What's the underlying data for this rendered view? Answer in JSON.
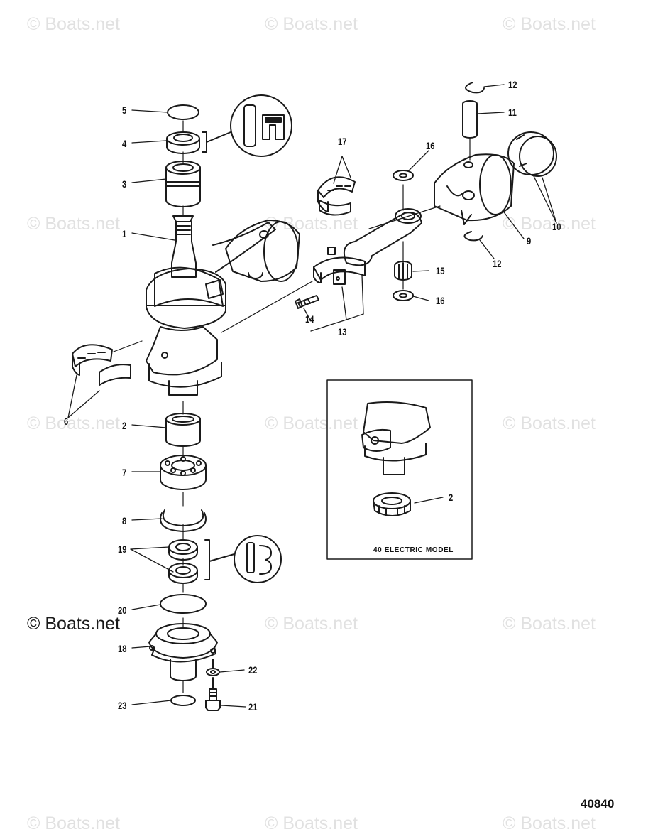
{
  "watermark": {
    "text": "© Boats.net"
  },
  "callouts": {
    "c1": "1",
    "c2": "2",
    "c3": "3",
    "c4": "4",
    "c5": "5",
    "c6": "6",
    "c7": "7",
    "c8": "8",
    "c9": "9",
    "c10": "10",
    "c11": "11",
    "c12a": "12",
    "c12b": "12",
    "c13": "13",
    "c14": "14",
    "c15": "15",
    "c16a": "16",
    "c16b": "16",
    "c17": "17",
    "c18": "18",
    "c19": "19",
    "c20": "20",
    "c21": "21",
    "c22": "22",
    "c23": "23",
    "inset_c2": "2"
  },
  "inset": {
    "caption": "40 ELECTRIC MODEL"
  },
  "diagram_id": "40840",
  "colors": {
    "line": "#1a1a1a",
    "watermark": "#e1e1e1"
  }
}
